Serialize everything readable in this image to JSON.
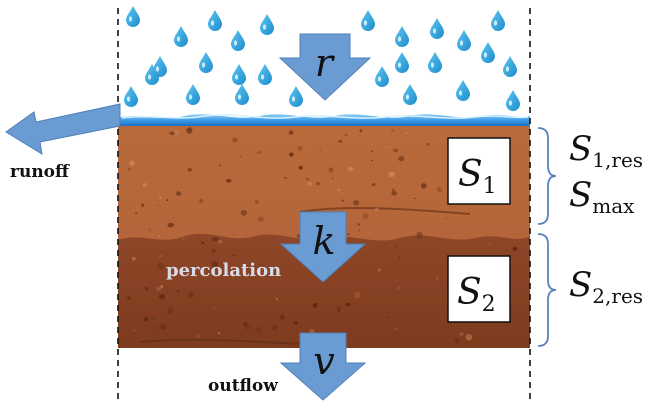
{
  "labels": {
    "rain": "r",
    "percolation_rate": "k",
    "outflow_rate": "v",
    "runoff": "runoff",
    "percolation": "percolation",
    "outflow": "outflow"
  },
  "boxes": {
    "upper": {
      "base": "S",
      "sub": "1"
    },
    "lower": {
      "base": "S",
      "sub": "2"
    }
  },
  "parameters": {
    "upper_res": {
      "base": "S",
      "sub": "1,res"
    },
    "upper_max": {
      "base": "S",
      "sub": "max"
    },
    "lower_res": {
      "base": "S",
      "sub": "2,res"
    }
  },
  "colors": {
    "raindrop": "#29a3dc",
    "water": "#3d9be6",
    "upper_soil": "#b8693a",
    "lower_soil": "#8a4223",
    "arrow": "#6a9bd3",
    "percolation_text": "#d8dbe6",
    "brace": "#5a82b8"
  }
}
